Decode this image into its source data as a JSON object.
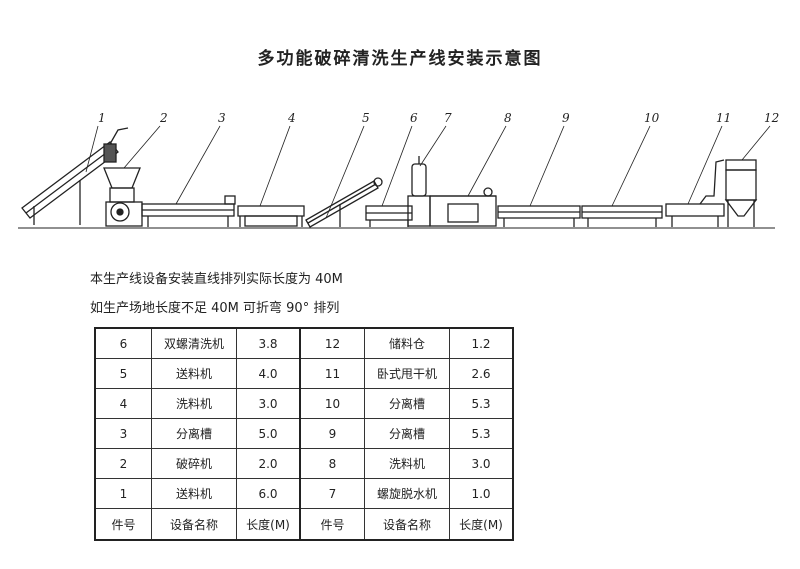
{
  "title": "多功能破碎清洗生产线安装示意图",
  "diagram": {
    "labels": [
      "1",
      "2",
      "3",
      "4",
      "5",
      "6",
      "7",
      "8",
      "9",
      "10",
      "11",
      "12"
    ]
  },
  "notes": [
    "本生产线设备安装直线排列实际长度为 40M",
    "如生产场地长度不足 40M 可折弯 90° 排列"
  ],
  "table": {
    "headers": [
      "件号",
      "设备名称",
      "长度(M)",
      "件号",
      "设备名称",
      "长度(M)"
    ],
    "rows": [
      [
        "6",
        "双螺清洗机",
        "3.8",
        "12",
        "储料仓",
        "1.2"
      ],
      [
        "5",
        "送料机",
        "4.0",
        "11",
        "卧式甩干机",
        "2.6"
      ],
      [
        "4",
        "洗料机",
        "3.0",
        "10",
        "分离槽",
        "5.3"
      ],
      [
        "3",
        "分离槽",
        "5.0",
        "9",
        "分离槽",
        "5.3"
      ],
      [
        "2",
        "破碎机",
        "2.0",
        "8",
        "洗料机",
        "3.0"
      ],
      [
        "1",
        "送料机",
        "6.0",
        "7",
        "螺旋脱水机",
        "1.0"
      ]
    ]
  }
}
